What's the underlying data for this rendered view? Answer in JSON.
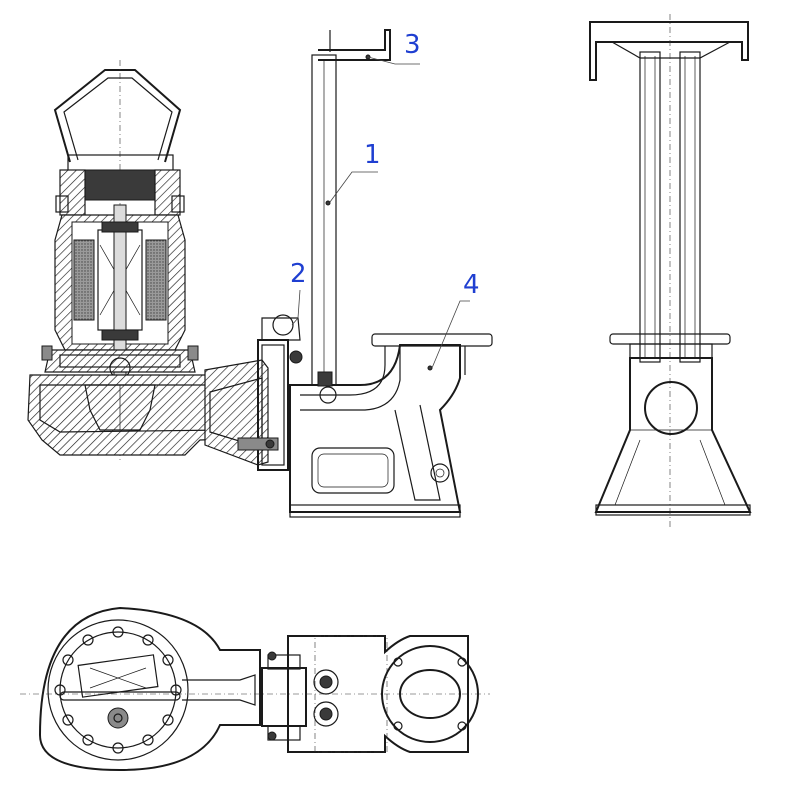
{
  "callouts": [
    {
      "id": "1",
      "label": "1"
    },
    {
      "id": "2",
      "label": "2"
    },
    {
      "id": "3",
      "label": "3"
    },
    {
      "id": "4",
      "label": "4"
    }
  ],
  "colors": {
    "callout_text": "#1f3fd1",
    "line": "#1a1a1a",
    "background": "#ffffff"
  },
  "views": [
    "side-section-view",
    "front-view",
    "top-view"
  ]
}
